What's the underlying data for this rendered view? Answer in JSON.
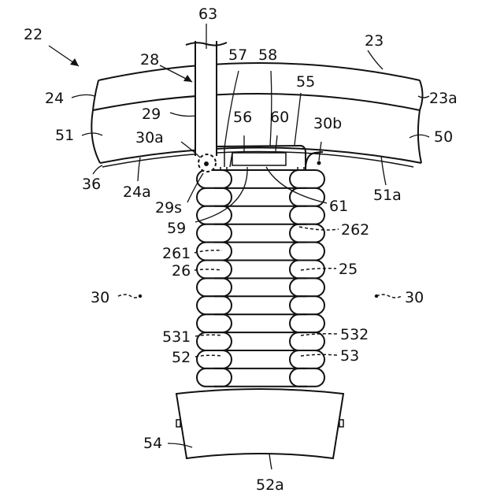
{
  "figure": {
    "labels": {
      "l22": "22",
      "l23": "23",
      "l23a": "23a",
      "l24": "24",
      "l24a": "24a",
      "l25": "25",
      "l26": "26",
      "l261": "261",
      "l262": "262",
      "l28": "28",
      "l29": "29",
      "l29s": "29s",
      "l30": "30",
      "l30r": "30",
      "l30a": "30a",
      "l30b": "30b",
      "l36": "36",
      "l50": "50",
      "l51": "51",
      "l51a": "51a",
      "l52": "52",
      "l52a": "52a",
      "l53": "53",
      "l531": "531",
      "l532": "532",
      "l54": "54",
      "l55": "55",
      "l56": "56",
      "l57": "57",
      "l58": "58",
      "l59": "59",
      "l60": "60",
      "l61": "61",
      "l63": "63"
    }
  }
}
